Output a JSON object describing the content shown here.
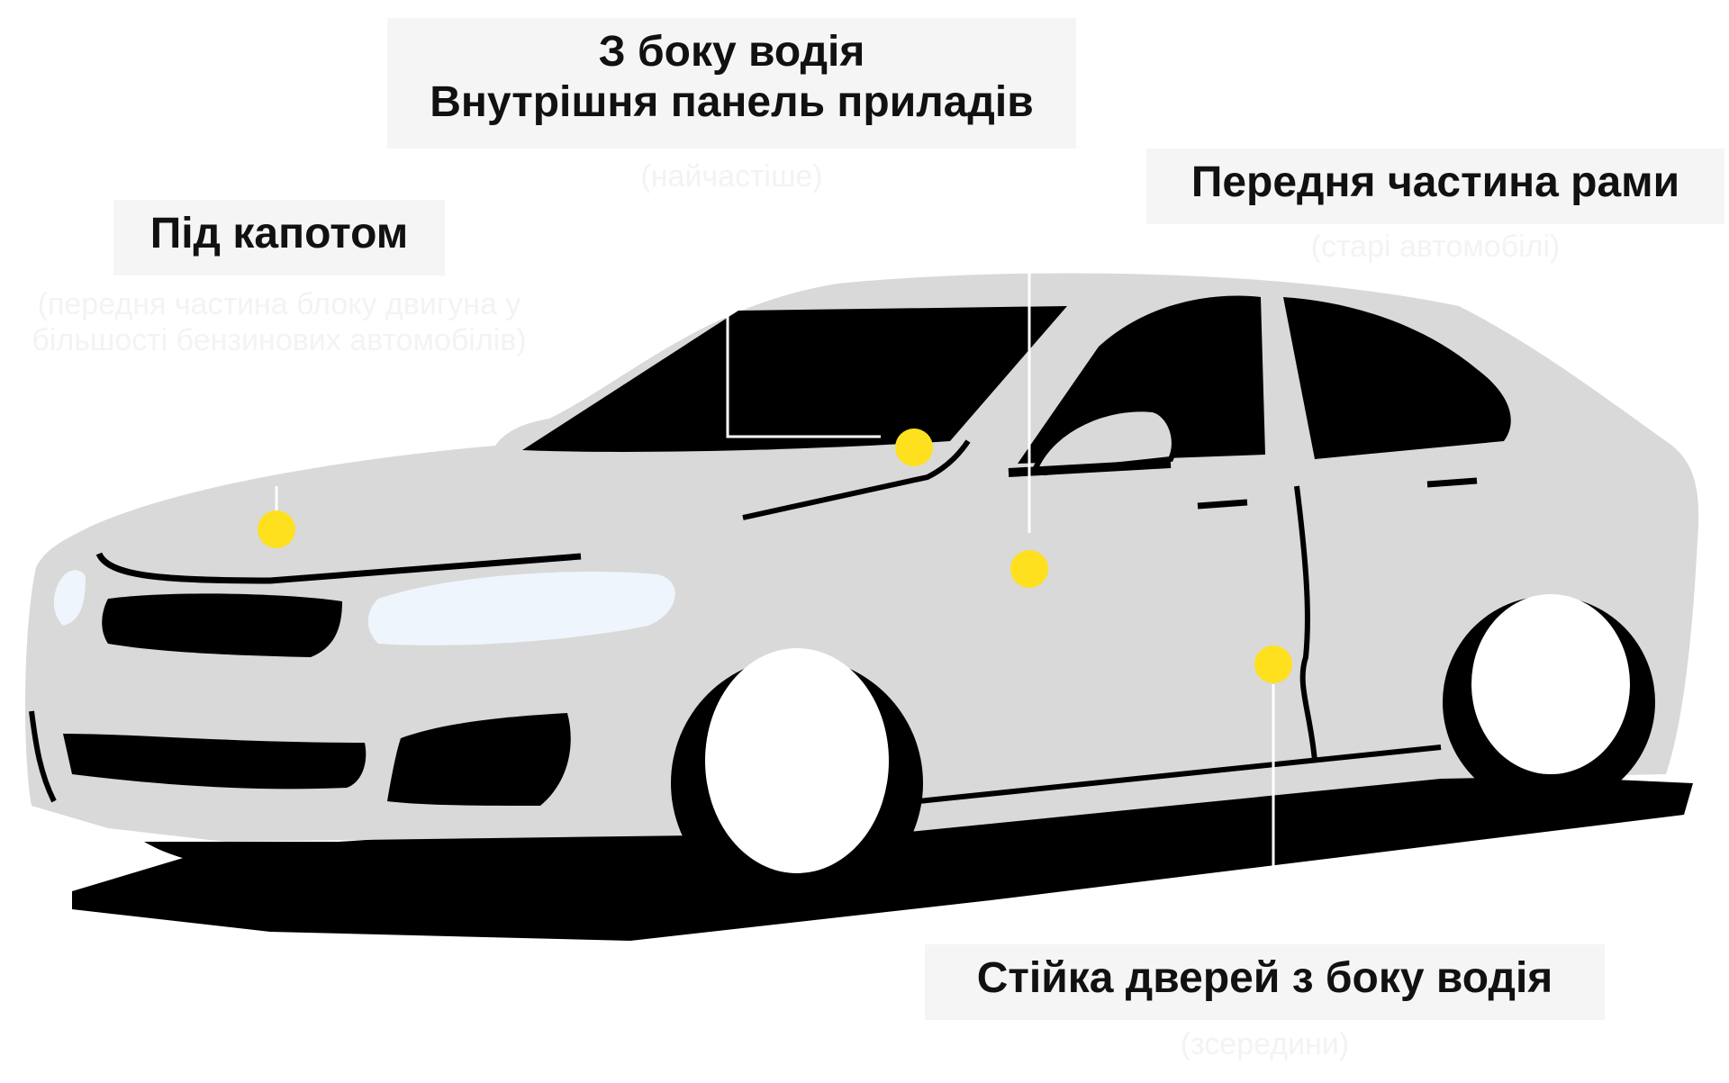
{
  "labels": {
    "dashboard": {
      "title_line1": "З боку водія",
      "title_line2": "Внутрішня панель приладів",
      "note": "(найчастіше)"
    },
    "hood": {
      "title": "Під капотом",
      "note": "(передня частина блоку двигуна у більшості бензинових автомобілів)"
    },
    "frame": {
      "title": "Передня частина рами",
      "note": "(старі автомобілі)"
    },
    "door_pillar": {
      "title": "Стійка дверей з боку водія",
      "note": "(зсередини)"
    }
  },
  "colors": {
    "car_body": "#d9d9d9",
    "car_outline": "#000000",
    "marker": "#ffe01f",
    "headlight": "#eef5fc",
    "label_background": "#f5f5f5",
    "text": "#111111"
  },
  "icons": {
    "car": "car-illustration",
    "marker": "location-dot"
  }
}
